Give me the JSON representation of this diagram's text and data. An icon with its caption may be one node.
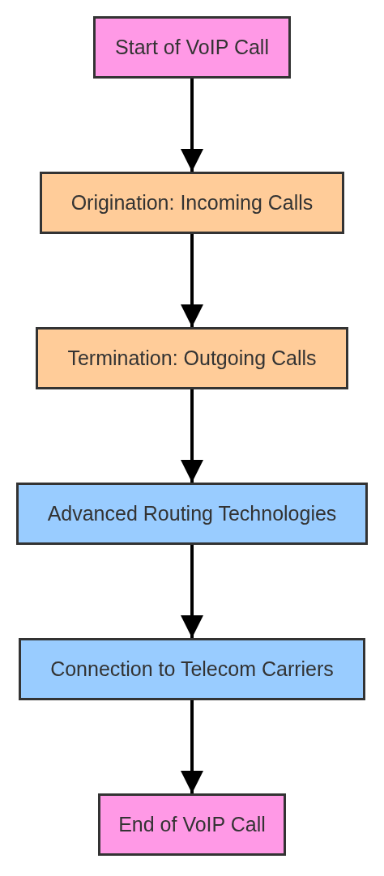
{
  "diagram": {
    "nodes": [
      {
        "text": [
          "Start of VoIP Call"
        ]
      },
      {
        "text": [
          "Origination: Incoming Calls"
        ]
      },
      {
        "text": [
          "Termination: Outgoing Calls"
        ]
      },
      {
        "text": [
          "Advanced Routing Technologies"
        ]
      },
      {
        "text": [
          "Connection to Telecom Carriers"
        ]
      },
      {
        "text": [
          "End of VoIP Call"
        ]
      }
    ],
    "edges": [
      {
        "from": 0,
        "to": 1,
        "arrow": "to"
      },
      {
        "from": 1,
        "to": 2,
        "arrow": "to"
      },
      {
        "from": 2,
        "to": 3,
        "arrow": "to"
      },
      {
        "from": 3,
        "to": 4,
        "arrow": "to"
      },
      {
        "from": 4,
        "to": 5,
        "arrow": "to"
      }
    ]
  }
}
